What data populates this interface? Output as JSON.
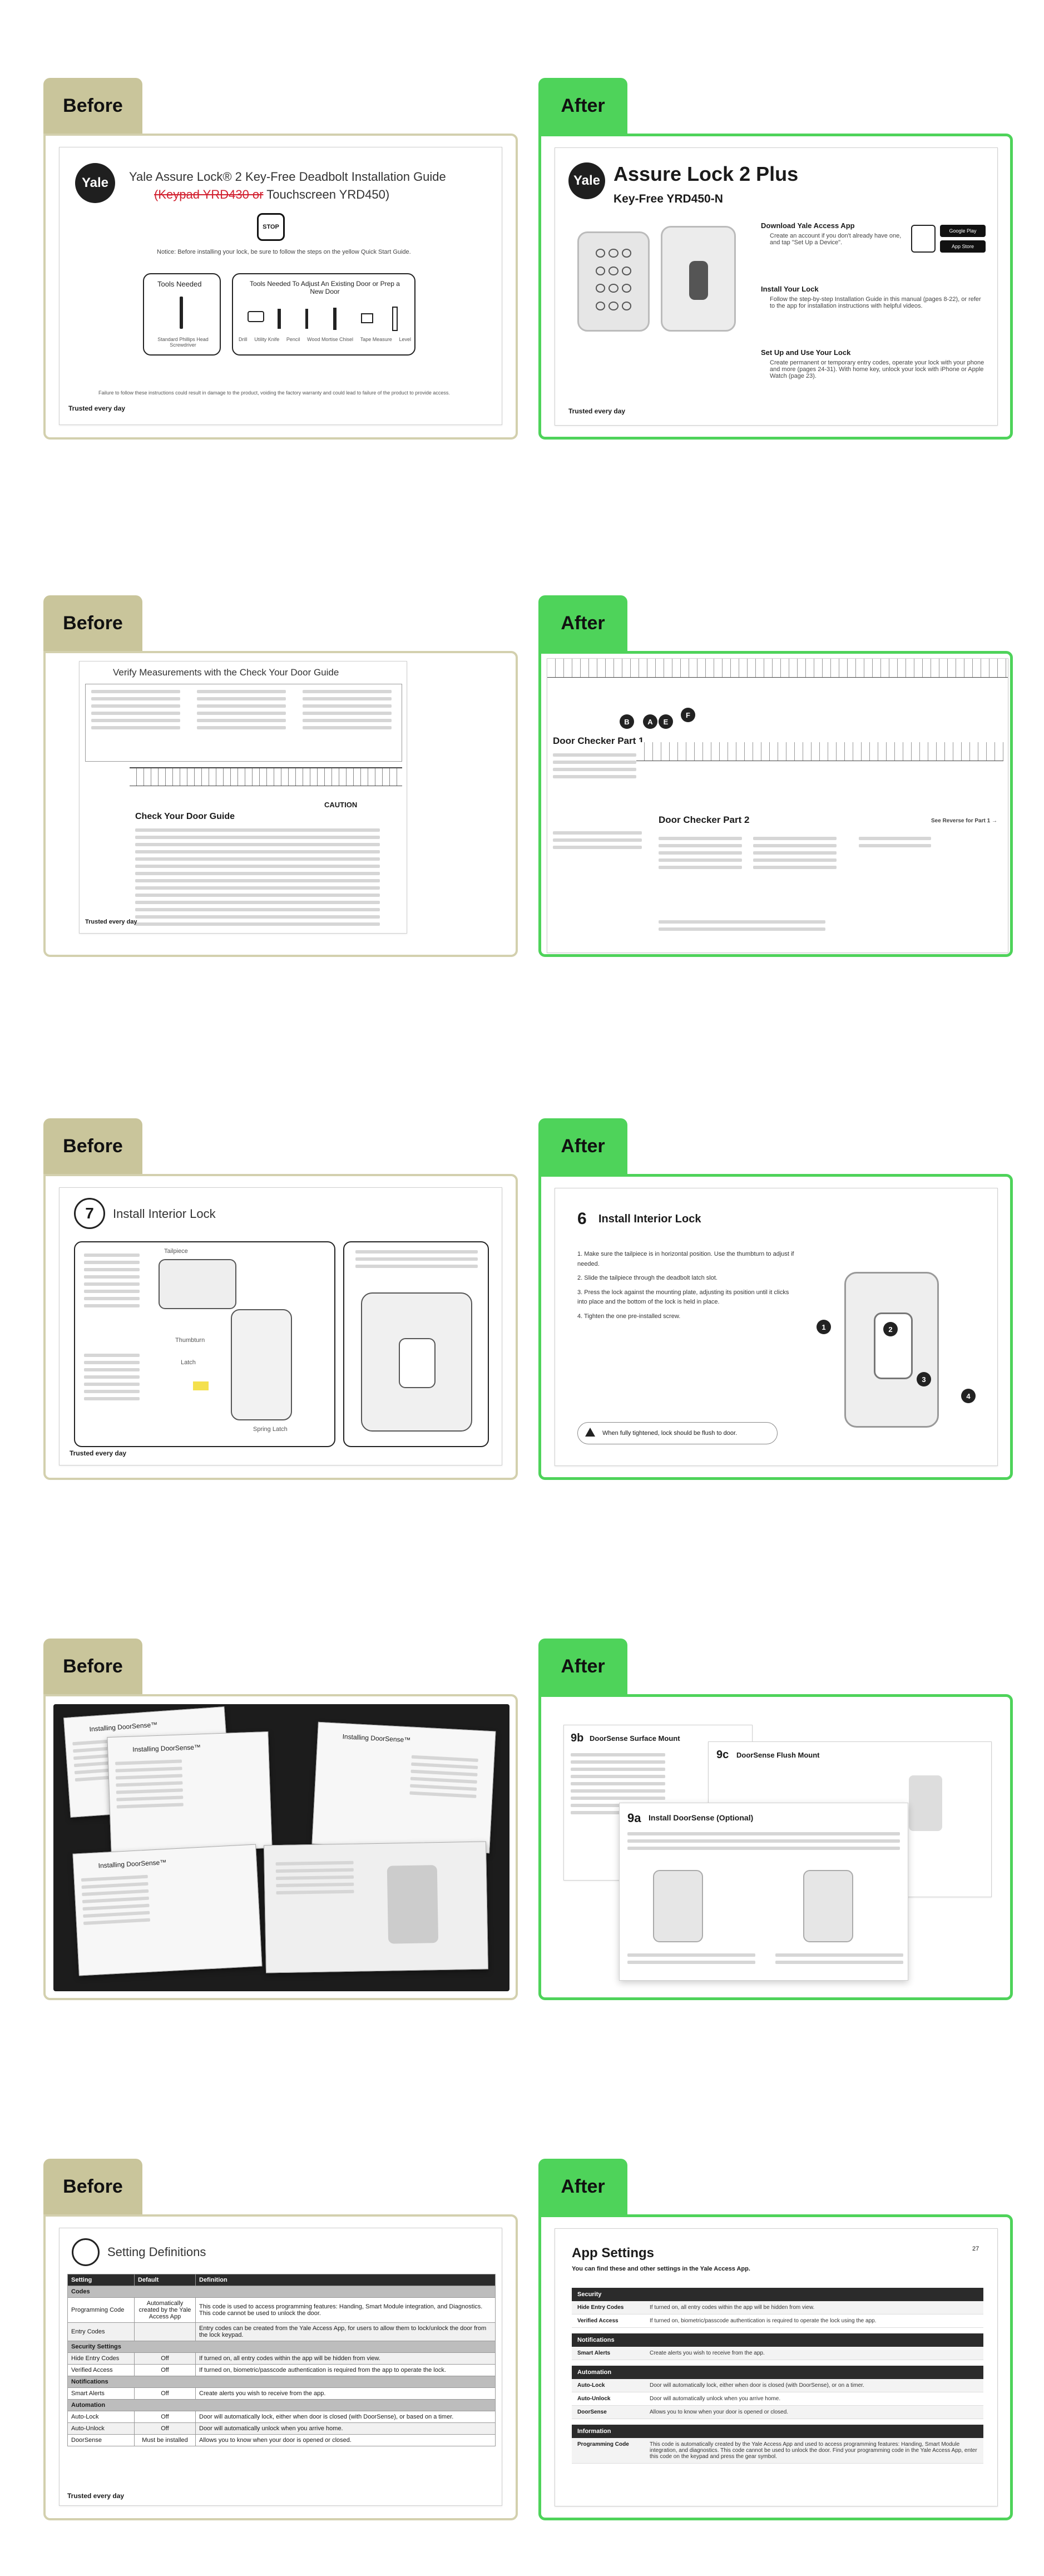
{
  "labels": {
    "before": "Before",
    "after": "After"
  },
  "row1": {
    "before": {
      "brand": "Yale",
      "title": "Yale Assure Lock® 2 Key-Free Deadbolt Installation Guide",
      "subtitle_struck": "(Keypad YRD430 or",
      "subtitle_rest": "Touchscreen YRD450)",
      "stop": "STOP",
      "notice": "Notice: Before installing your lock, be sure to follow the steps on the yellow Quick Start Guide.",
      "tools_needed": "Tools Needed",
      "tools_needed_item": "Standard Phillips Head Screwdriver",
      "tools_adjust": "Tools Needed To Adjust An Existing Door or Prep a New Door",
      "tools_list": [
        "Drill",
        "Utility Knife",
        "Pencil",
        "Wood Mortise Chisel",
        "Tape Measure",
        "Level"
      ],
      "warning": "Failure to follow these instructions could result in damage to the product, voiding the factory warranty and could lead to failure of the product to provide access.",
      "footer_left": "Trusted every day"
    },
    "after": {
      "brand": "Yale",
      "title": "Assure Lock 2 Plus",
      "subtitle": "Key-Free YRD450-N",
      "s1_title": "Download Yale Access App",
      "s1_body": "Create an account if you don't already have one, and tap \"Set Up a Device\".",
      "s2_title": "Install Your Lock",
      "s2_body": "Follow the step-by-step Installation Guide in this manual (pages 8-22), or refer to the app for installation instructions with helpful videos.",
      "s3_title": "Set Up and Use Your Lock",
      "s3_body": "Create permanent or temporary entry codes, operate your lock with your phone and more (pages 24-31). With home key, unlock your lock with iPhone or Apple Watch (page 23).",
      "footer_left": "Trusted every day",
      "store1": "Google Play",
      "store2": "App Store"
    }
  },
  "row2": {
    "before": {
      "title": "Verify Measurements with the Check Your Door Guide",
      "subtitle": "Check Your Door Guide",
      "caution": "CAUTION",
      "footer_left": "Trusted every day"
    },
    "after": {
      "part1": "Door Checker Part 1",
      "part2": "Door Checker Part 2",
      "letters": [
        "B",
        "A",
        "E",
        "F"
      ],
      "footer": "See Reverse for Part 1 →"
    }
  },
  "row3": {
    "before": {
      "step": "7",
      "title": "Install Interior Lock",
      "label_tailpiece": "Tailpiece",
      "label_thumbturn": "Thumbturn",
      "label_latch": "Latch",
      "label_spring": "Spring Latch",
      "footer_left": "Trusted every day"
    },
    "after": {
      "step": "6",
      "title": "Install Interior Lock",
      "steps": [
        "Make sure the tailpiece is in horizontal position. Use the thumbturn to adjust if needed.",
        "Slide the tailpiece through the deadbolt latch slot.",
        "Press the lock against the mounting plate, adjusting its position until it clicks into place and the bottom of the lock is held in place.",
        "Tighten the one pre-installed screw."
      ],
      "note": "When fully tightened, lock should be flush to door.",
      "callouts": [
        "1",
        "2",
        "3",
        "4"
      ]
    }
  },
  "row4": {
    "before": {
      "sheet_titles": [
        "Installing DoorSense™",
        "Installing DoorSense™",
        "Installing DoorSense™",
        "Installing DoorSense™"
      ]
    },
    "after": {
      "card_a_num": "9a",
      "card_a_title": "Install DoorSense (Optional)",
      "card_b_num": "9b",
      "card_b_title": "DoorSense Surface Mount",
      "card_c_num": "9c",
      "card_c_title": "DoorSense Flush Mount"
    }
  },
  "row5": {
    "before": {
      "title": "Setting Definitions",
      "headers": [
        "Setting",
        "Default",
        "Definition"
      ],
      "rows": [
        {
          "type": "section",
          "label": "Codes"
        },
        {
          "type": "row",
          "cells": [
            "Programming Code",
            "Automatically created by the Yale Access App",
            "This code is used to access programming features: Handing, Smart Module integration, and Diagnostics. This code cannot be used to unlock the door."
          ]
        },
        {
          "type": "row",
          "cells": [
            "Entry Codes",
            "",
            "Entry codes can be created from the Yale Access App, for users to allow them to lock/unlock the door from the lock keypad."
          ]
        },
        {
          "type": "section",
          "label": "Security Settings"
        },
        {
          "type": "row",
          "cells": [
            "Hide Entry Codes",
            "Off",
            "If turned on, all entry codes within the app will be hidden from view."
          ]
        },
        {
          "type": "row",
          "cells": [
            "Verified Access",
            "Off",
            "If turned on, biometric/passcode authentication is required from the app to operate the lock."
          ]
        },
        {
          "type": "section",
          "label": "Notifications"
        },
        {
          "type": "row",
          "cells": [
            "Smart Alerts",
            "Off",
            "Create alerts you wish to receive from the app."
          ]
        },
        {
          "type": "section",
          "label": "Automation"
        },
        {
          "type": "row",
          "cells": [
            "Auto-Lock",
            "Off",
            "Door will automatically lock, either when door is closed (with DoorSense), or based on a timer."
          ]
        },
        {
          "type": "row",
          "cells": [
            "Auto-Unlock",
            "Off",
            "Door will automatically unlock when you arrive home."
          ]
        },
        {
          "type": "row",
          "cells": [
            "DoorSense",
            "Must be installed",
            "Allows you to know when your door is opened or closed."
          ]
        }
      ],
      "footer_left": "Trusted every day"
    },
    "after": {
      "title": "App Settings",
      "subtitle": "You can find these and other settings in the Yale Access App.",
      "page_num": "27",
      "sections": [
        {
          "label": "Security",
          "rows": [
            [
              "Hide Entry Codes",
              "If turned on, all entry codes within the app will be hidden from view."
            ],
            [
              "Verified Access",
              "If turned on, biometric/passcode authentication is required to operate the lock using the app."
            ]
          ]
        },
        {
          "label": "Notifications",
          "rows": [
            [
              "Smart Alerts",
              "Create alerts you wish to receive from the app."
            ]
          ]
        },
        {
          "label": "Automation",
          "rows": [
            [
              "Auto-Lock",
              "Door will automatically lock, either when door is closed (with DoorSense), or on a timer."
            ],
            [
              "Auto-Unlock",
              "Door will automatically unlock when you arrive home."
            ],
            [
              "DoorSense",
              "Allows you to know when your door is opened or closed."
            ]
          ]
        },
        {
          "label": "Information",
          "rows": [
            [
              "Programming Code",
              "This code is automatically created by the Yale Access App and used to access programming features: Handing, Smart Module integration, and diagnostics. This code cannot be used to unlock the door. Find your programming code in the Yale Access App, enter this code on the keypad and press the gear symbol."
            ]
          ]
        }
      ]
    }
  }
}
